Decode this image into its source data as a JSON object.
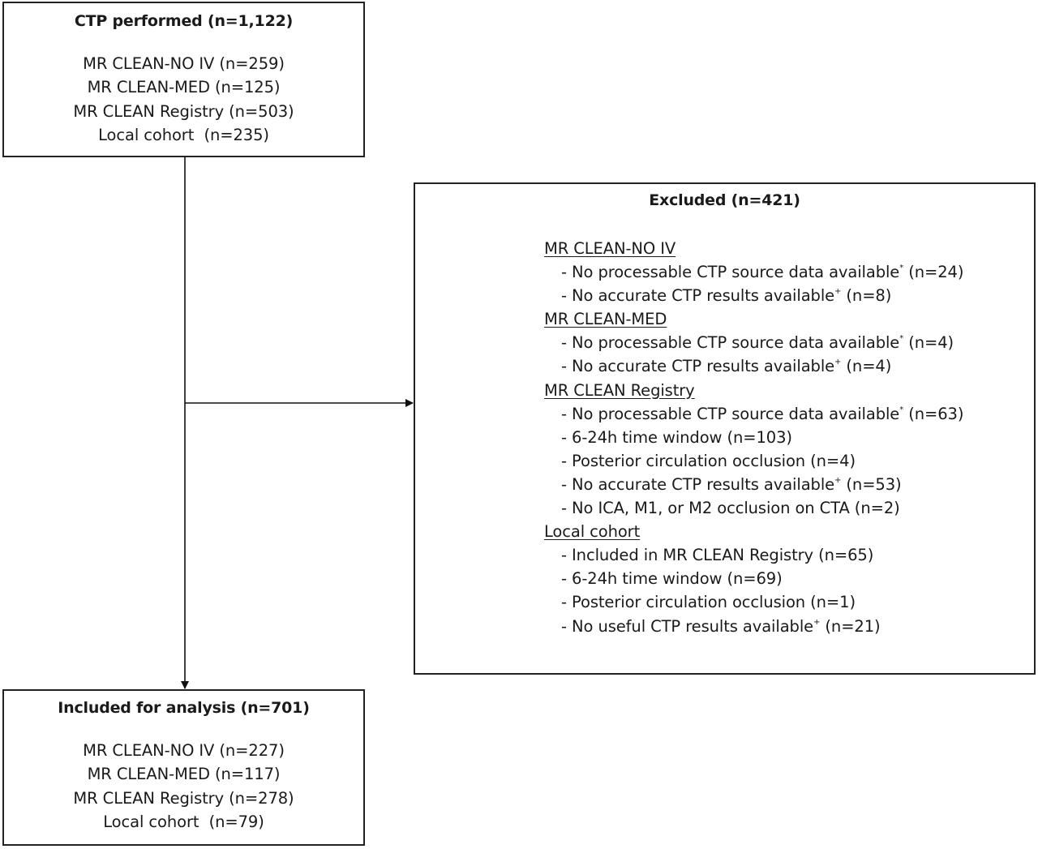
{
  "top_box": {
    "title": "CTP performed (n=1,122)",
    "lines": [
      "MR CLEAN-NO IV (n=259)",
      "MR CLEAN-MED (n=125)",
      "MR CLEAN Registry (n=503)",
      "Local cohort  (n=235)"
    ]
  },
  "excluded_box": {
    "title": "Excluded (n=421)",
    "groups": [
      {
        "heading": "MR CLEAN-NO IV",
        "items": [
          {
            "text": "- No processable CTP source data available",
            "mark": "*",
            "count": " (n=24)"
          },
          {
            "text": "- No accurate CTP results available",
            "mark": "+",
            "count": " (n=8)"
          }
        ]
      },
      {
        "heading": "MR CLEAN-MED",
        "items": [
          {
            "text": "- No processable CTP source data available",
            "mark": "*",
            "count": " (n=4)"
          },
          {
            "text": "- No accurate CTP results available",
            "mark": "+",
            "count": " (n=4)"
          }
        ]
      },
      {
        "heading": "MR CLEAN Registry",
        "items": [
          {
            "text": "- No processable CTP source data available",
            "mark": "*",
            "count": " (n=63)"
          },
          {
            "text": "- 6-24h time window (n=103)",
            "mark": "",
            "count": ""
          },
          {
            "text": "- Posterior circulation occlusion (n=4)",
            "mark": "",
            "count": ""
          },
          {
            "text": "- No accurate CTP results available",
            "mark": "+",
            "count": " (n=53)"
          },
          {
            "text": "- No ICA, M1, or M2 occlusion on CTA (n=2)",
            "mark": "",
            "count": ""
          }
        ]
      },
      {
        "heading": "Local cohort",
        "items": [
          {
            "text": "- Included in MR CLEAN Registry (n=65)",
            "mark": "",
            "count": ""
          },
          {
            "text": "- 6-24h time window (n=69)",
            "mark": "",
            "count": ""
          },
          {
            "text": "- Posterior circulation occlusion (n=1)",
            "mark": "",
            "count": ""
          },
          {
            "text": "- No useful CTP results available",
            "mark": "+",
            "count": " (n=21)"
          }
        ]
      }
    ]
  },
  "bottom_box": {
    "title": "Included for analysis (n=701)",
    "lines": [
      "MR CLEAN-NO IV (n=227)",
      "MR CLEAN-MED (n=117)",
      "MR CLEAN Registry (n=278)",
      "Local cohort  (n=79)"
    ]
  }
}
